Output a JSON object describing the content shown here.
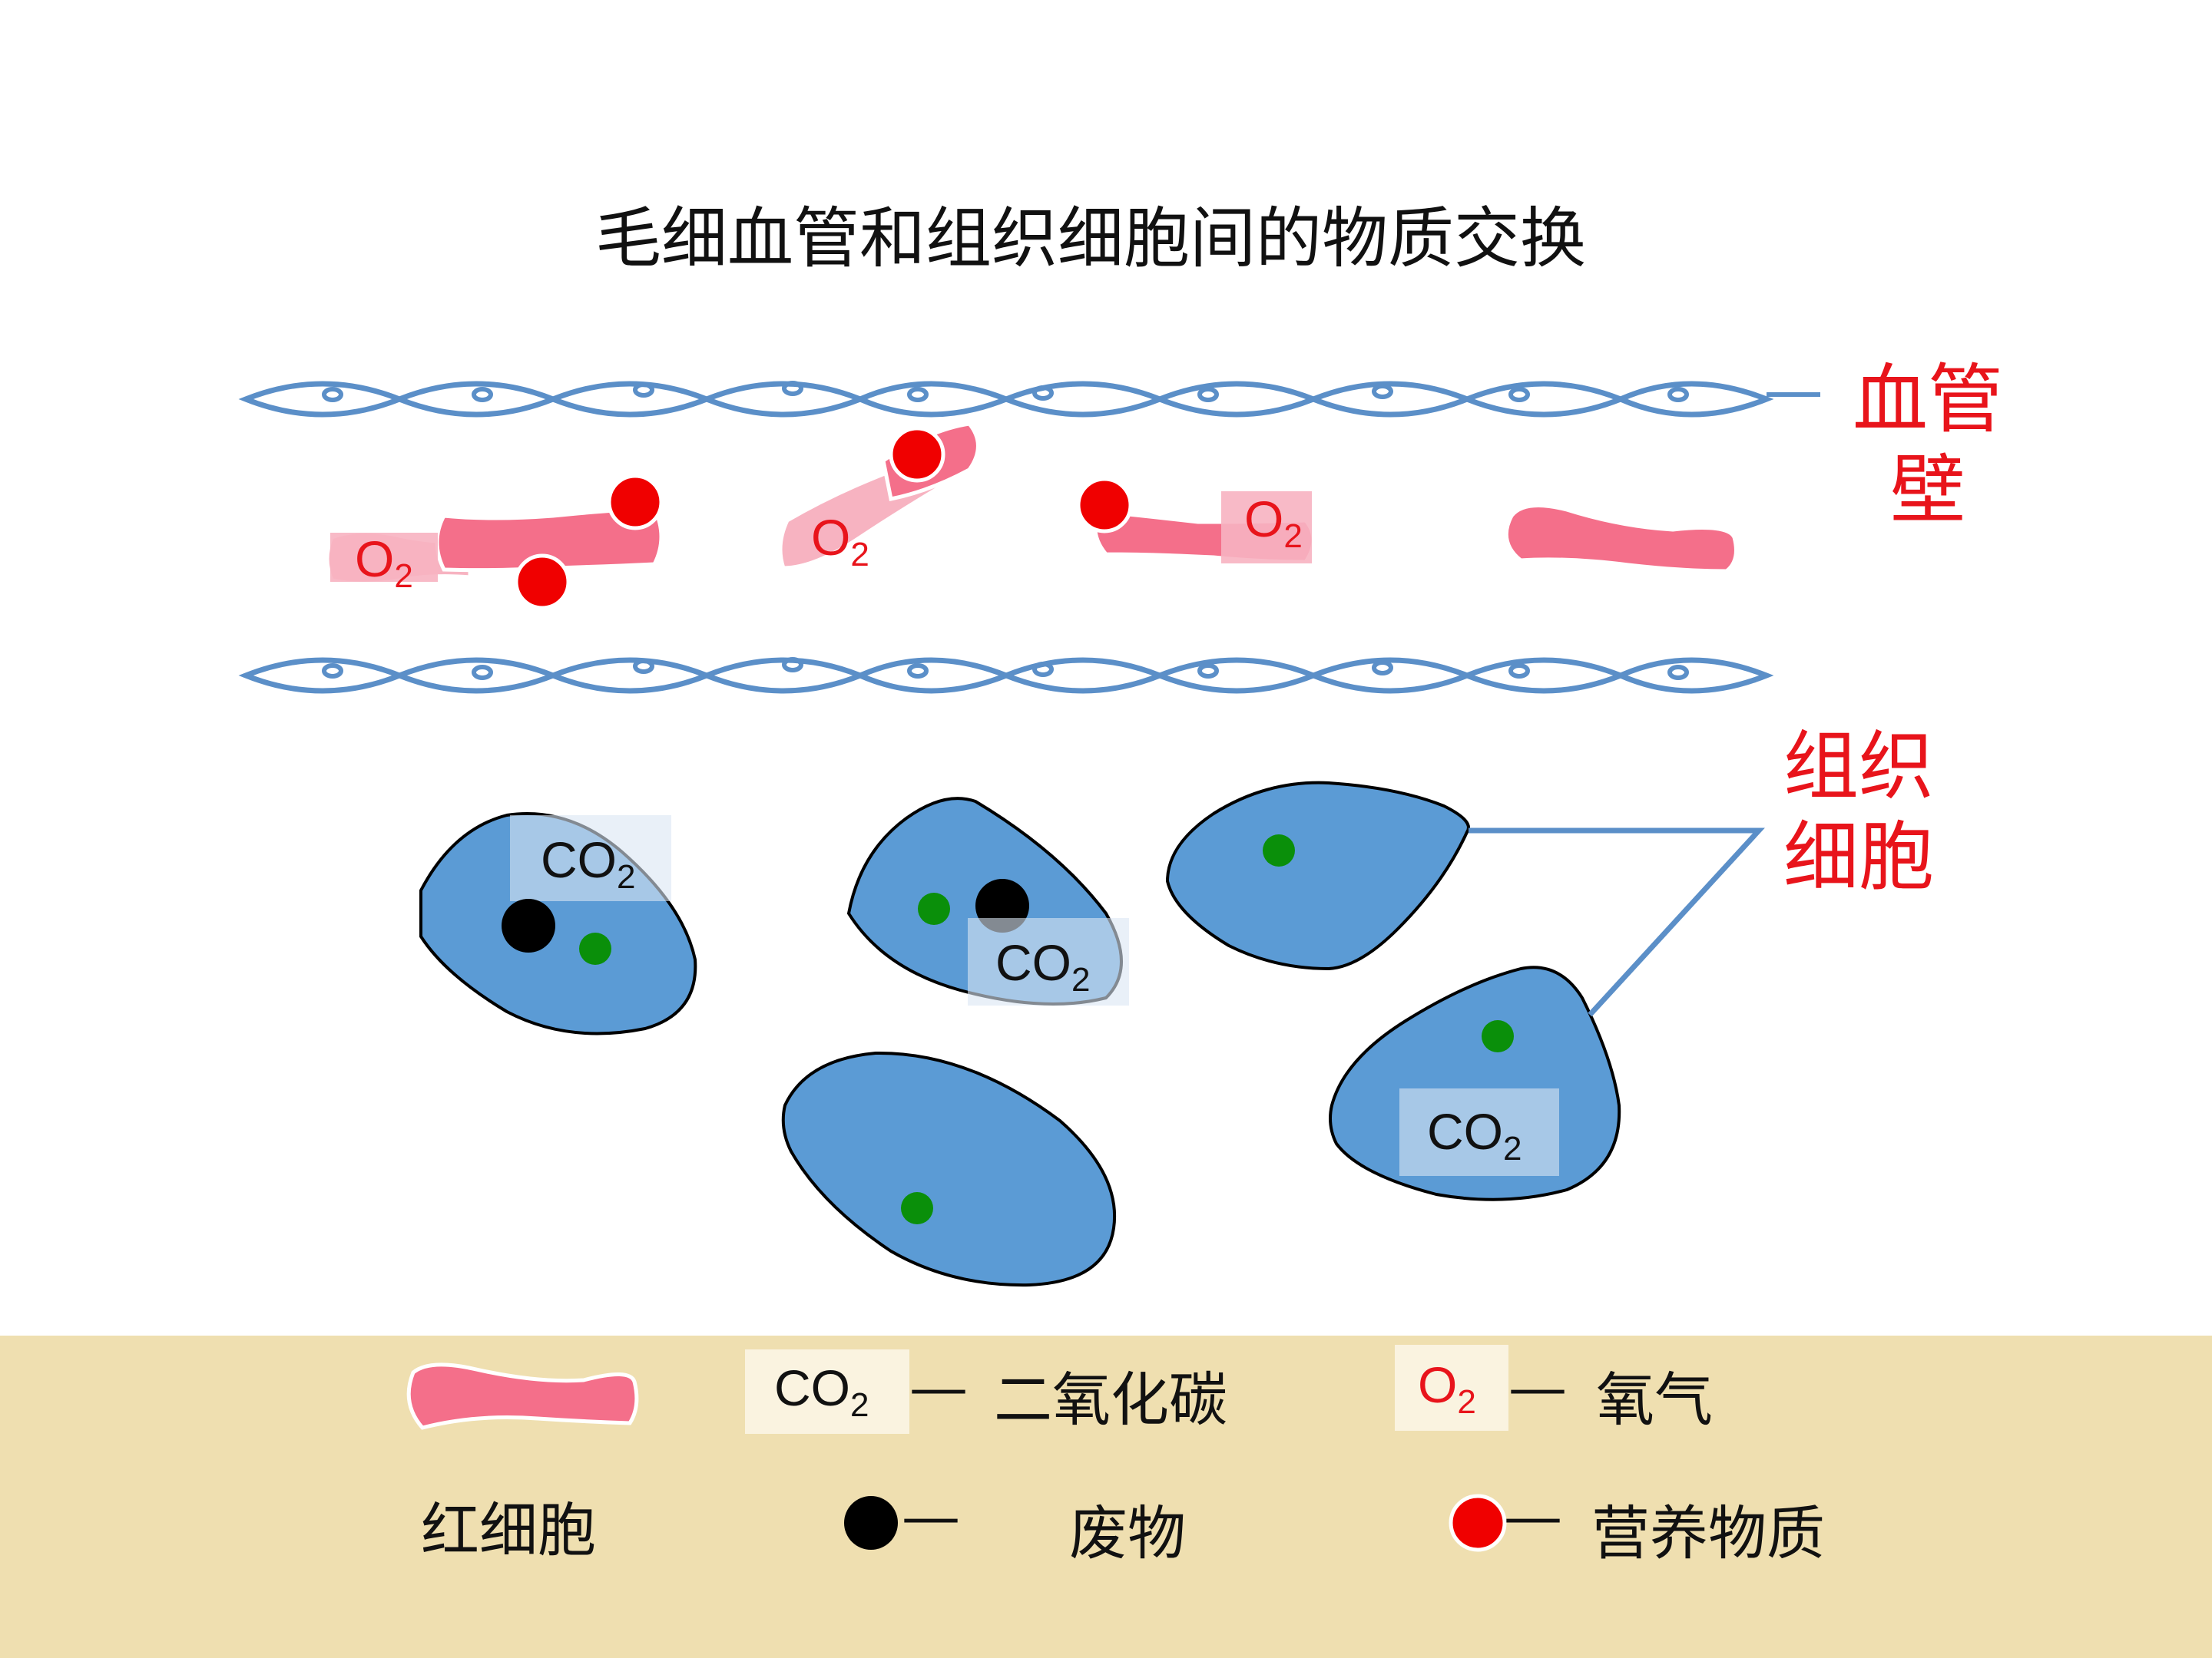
{
  "title": "毛细血管和组织细胞间的物质交换",
  "labels": {
    "vessel_wall_line1": "血管",
    "vessel_wall_line2": "壁",
    "tissue_cell_line1": "组织",
    "tissue_cell_line2": "细胞"
  },
  "chem": {
    "o2_main": "O",
    "o2_sub": "2",
    "co2_main": "CO",
    "co2_sub": "2"
  },
  "legend": {
    "red_blood_cell": "红细胞",
    "co2_name": "二氧化碳",
    "o2_name": "氧气",
    "waste": "废物",
    "nutrient": "营养物质",
    "dash": "—"
  },
  "colors": {
    "vessel": "#5b8fc8",
    "rbc": "#f46f8a",
    "rbc_light": "#f7b3c1",
    "nutrient": "#f00000",
    "waste": "#000000",
    "cell_fill": "#5b9bd5",
    "cell_dot": "#0a8f0a",
    "label_red": "#e8141b",
    "legend_bg": "#efdfb0"
  }
}
